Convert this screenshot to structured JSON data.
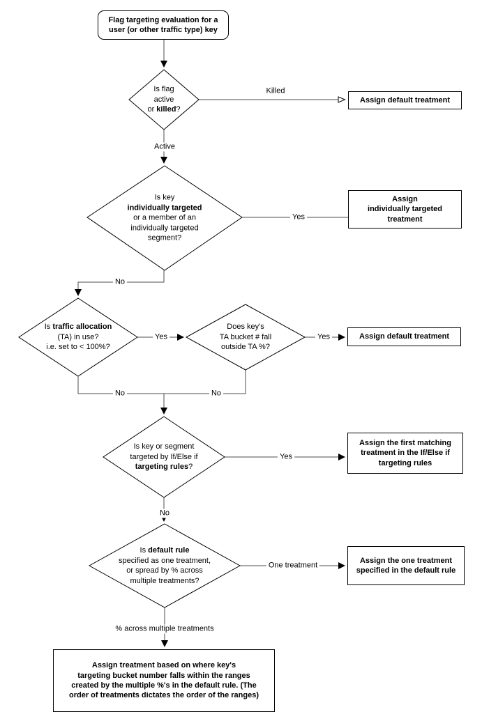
{
  "colors": {
    "background": "#ffffff",
    "shape_border": "#000000",
    "connector": "#4d4d4d",
    "text": "#000000"
  },
  "start_node": {
    "l1": "Flag targeting evaluation for a",
    "l2": "user (or other traffic type) key"
  },
  "decisions": {
    "flag_active": {
      "l1": "Is flag",
      "l2": "active",
      "l3_pre": "or ",
      "l3_bold": "killed",
      "l3_post": "?"
    },
    "individually_targeted": {
      "l1": "Is key",
      "l2_bold": "individually targeted",
      "l3": "or a member of an",
      "l4": "individually targeted",
      "l5": "segment?"
    },
    "traffic_allocation": {
      "l1_pre": "Is ",
      "l1_bold": "traffic allocation",
      "l2": "(TA) in use?",
      "l3": "i.e. set to < 100%?"
    },
    "ta_bucket": {
      "l1": "Does key's",
      "l2": "TA bucket # fall",
      "l3": "outside TA %?"
    },
    "targeting_rules": {
      "l1": "Is key or segment",
      "l2": "targeted by If/Else if",
      "l3_bold": "targeting rules",
      "l3_post": "?"
    },
    "default_rule": {
      "l1_pre": "Is ",
      "l1_bold": "default rule",
      "l2": "specified as one treatment,",
      "l3": "or spread by % across",
      "l4": "multiple treatments?"
    }
  },
  "results": {
    "default_treatment_killed": {
      "l1": "Assign default treatment"
    },
    "individually_targeted_treatment": {
      "l1": "Assign",
      "l2": "individually targeted",
      "l3": "treatment"
    },
    "default_treatment_ta": {
      "l1": "Assign default treatment"
    },
    "first_matching_treatment": {
      "l1": "Assign the first matching",
      "l2": "treatment in the If/Else if",
      "l3": "targeting rules"
    },
    "one_treatment_default_rule": {
      "l1": "Assign the one treatment",
      "l2": "specified in the default rule"
    },
    "bucket_ranges_treatment": {
      "l1": "Assign treatment based on where key's",
      "l2": "targeting bucket number falls within the ranges",
      "l3": "created by the multiple %'s in the default rule. (The",
      "l4": "order of treatments dictates the order of the ranges)"
    }
  },
  "edge_labels": {
    "killed": "Killed",
    "active": "Active",
    "yes_individual": "Yes",
    "no_individual": "No",
    "yes_ta_in_use": "Yes",
    "no_ta_in_use": "No",
    "yes_outside_ta": "Yes",
    "no_outside_ta": "No",
    "yes_rules": "Yes",
    "no_rules": "No",
    "one_treatment": "One treatment",
    "percent_multiple": "% across multiple treatments"
  }
}
